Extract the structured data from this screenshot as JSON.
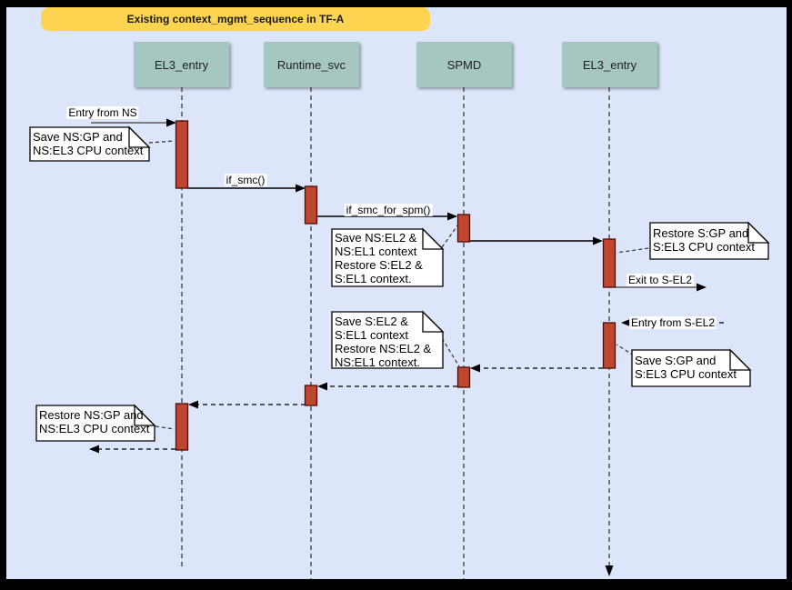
{
  "colors": {
    "background": "#dce5fa",
    "frame": "#000000",
    "title_bg": "#fdd44f",
    "lifeline_header_bg": "#a6c6c2",
    "activation_fill": "#c0452f",
    "activation_stroke": "#4a0f08",
    "note_bg": "#ffffff",
    "line_color": "#000000",
    "external_line_color": "#595959"
  },
  "diagram": {
    "title": "Existing context_mgmt_sequence in TF-A",
    "lifelines": [
      {
        "label": "EL3_entry"
      },
      {
        "label": "Runtime_svc"
      },
      {
        "label": "SPMD"
      },
      {
        "label": "EL3_entry"
      }
    ],
    "messages": [
      {
        "label": "Entry from NS",
        "style": "solid"
      },
      {
        "label": "if_smc()",
        "style": "solid"
      },
      {
        "label": "if_smc_for_spm()",
        "style": "solid"
      },
      {
        "label": "",
        "style": "solid"
      },
      {
        "label": "Exit to S-EL2",
        "style": "solid"
      },
      {
        "label": "Entry from S-EL2",
        "style": "dashed"
      },
      {
        "label": "",
        "style": "dashed"
      },
      {
        "label": "",
        "style": "dashed"
      },
      {
        "label": "",
        "style": "dashed"
      },
      {
        "label": "",
        "style": "dashed"
      }
    ],
    "notes": [
      {
        "text": "Save NS:GP and\nNS:EL3 CPU context"
      },
      {
        "text": "Save NS:EL2 &\nNS:EL1 context\nRestore S:EL2 &\nS:EL1 context."
      },
      {
        "text": "Restore S:GP and\nS:EL3 CPU context"
      },
      {
        "text": "Save S:EL2 &\nS:EL1 context\nRestore NS:EL2 &\nNS:EL1 context."
      },
      {
        "text": "Save S:GP and\nS:EL3 CPU context"
      },
      {
        "text": "Restore NS:GP and\nNS:EL3 CPU context"
      }
    ]
  }
}
